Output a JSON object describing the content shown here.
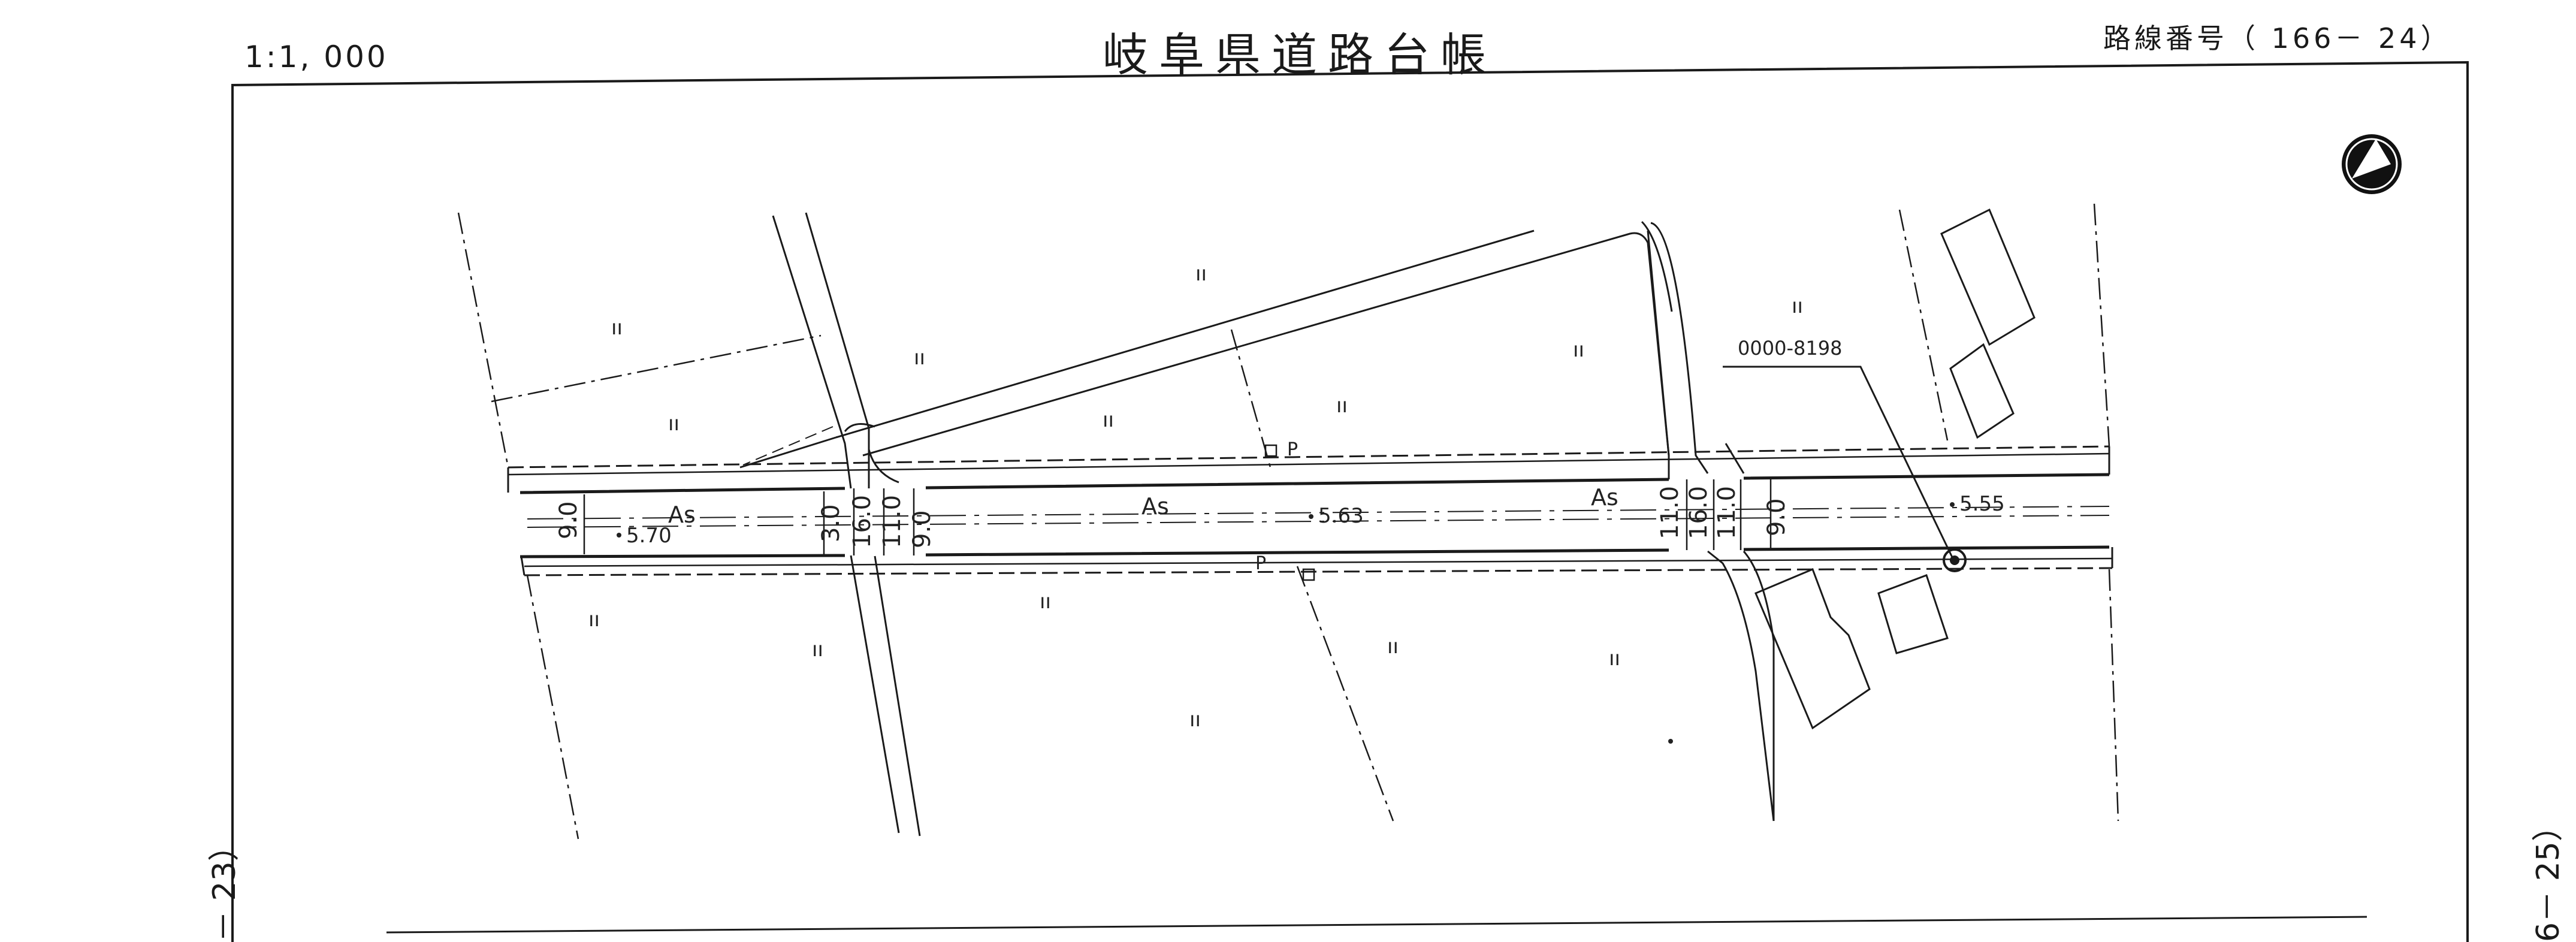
{
  "header": {
    "scale": "1:1, 000",
    "title": "岐阜県道路台帳",
    "route_number": "路線番号（ 166－ 24）"
  },
  "margins": {
    "left_adjacent_sheet": "－ 23）",
    "right_adjacent_sheet": "6－ 25）"
  },
  "map": {
    "north_arrow_icon": "north-arrow-icon",
    "landmark_id": "0000-8198",
    "pavement_labels": [
      "As",
      "As",
      "As"
    ],
    "elevations": [
      "5.70",
      "5.63",
      "5.55"
    ],
    "road_widths": [
      "9.0",
      "3.0",
      "16.0",
      "11.0",
      "9.0",
      "11.0",
      "16.0",
      "11.0",
      "9.0"
    ],
    "pole_marks": [
      "P",
      "P"
    ],
    "field_marks": [
      "ıı",
      "ıı",
      "ıı",
      "ıı",
      "ıı",
      "ıı",
      "ıı",
      "ıı",
      "ıı",
      "ıı",
      "ıı",
      "ıı",
      "ıı",
      "ıı"
    ],
    "colors": {
      "line": "#1a1a1a",
      "paper": "#ffffff"
    }
  }
}
